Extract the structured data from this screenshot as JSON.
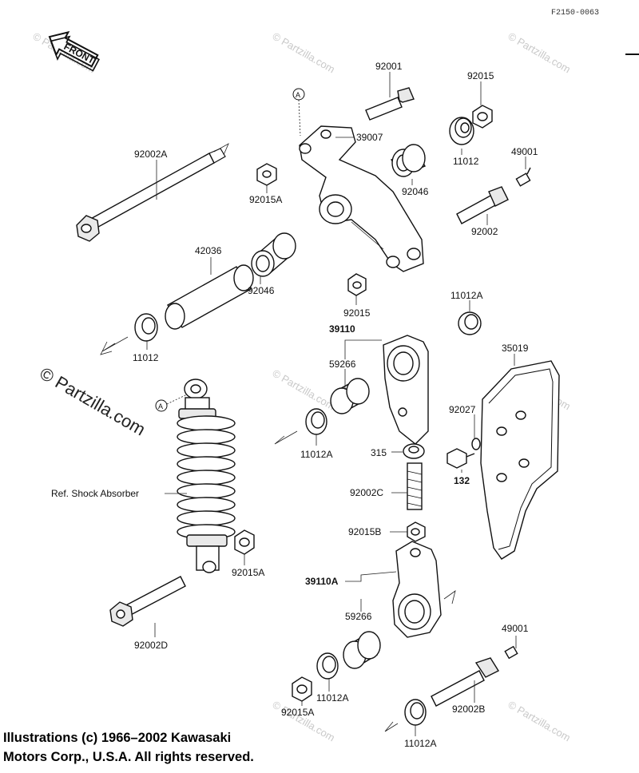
{
  "figure_code": "F2150-0063",
  "front_label": "FRONT",
  "ref_a": "A",
  "watermark": "© Partzilla.com",
  "parts": {
    "p92001": "92001",
    "p92015_top": "92015",
    "p92002A": "92002A",
    "p39007": "39007",
    "p11012_top": "11012",
    "p49001_top": "49001",
    "p92015A_top": "92015A",
    "p92046_right": "92046",
    "p92002_right": "92002",
    "p42036": "42036",
    "p92046_left": "92046",
    "p92015_mid": "92015",
    "p11012A_mid": "11012A",
    "p11012_left": "11012",
    "p39110": "39110",
    "p35019": "35019",
    "p59266_top": "59266",
    "p92027": "92027",
    "p11012A_left": "11012A",
    "p315": "315",
    "p132": "132",
    "ref_shock": "Ref. Shock Absorber",
    "p92002C": "92002C",
    "p92015B": "92015B",
    "p92015A_mid": "92015A",
    "p39110A": "39110A",
    "p92002D": "92002D",
    "p59266_bottom": "59266",
    "p49001_bottom": "49001",
    "p11012A_bottom": "11012A",
    "p92015A_bottom": "92015A",
    "p92002B": "92002B",
    "p11012A_bottom2": "11012A"
  },
  "copyright": {
    "line1": "Illustrations (c) 1966–2002 Kawasaki",
    "line2": "Motors Corp., U.S.A.  All rights reserved."
  }
}
